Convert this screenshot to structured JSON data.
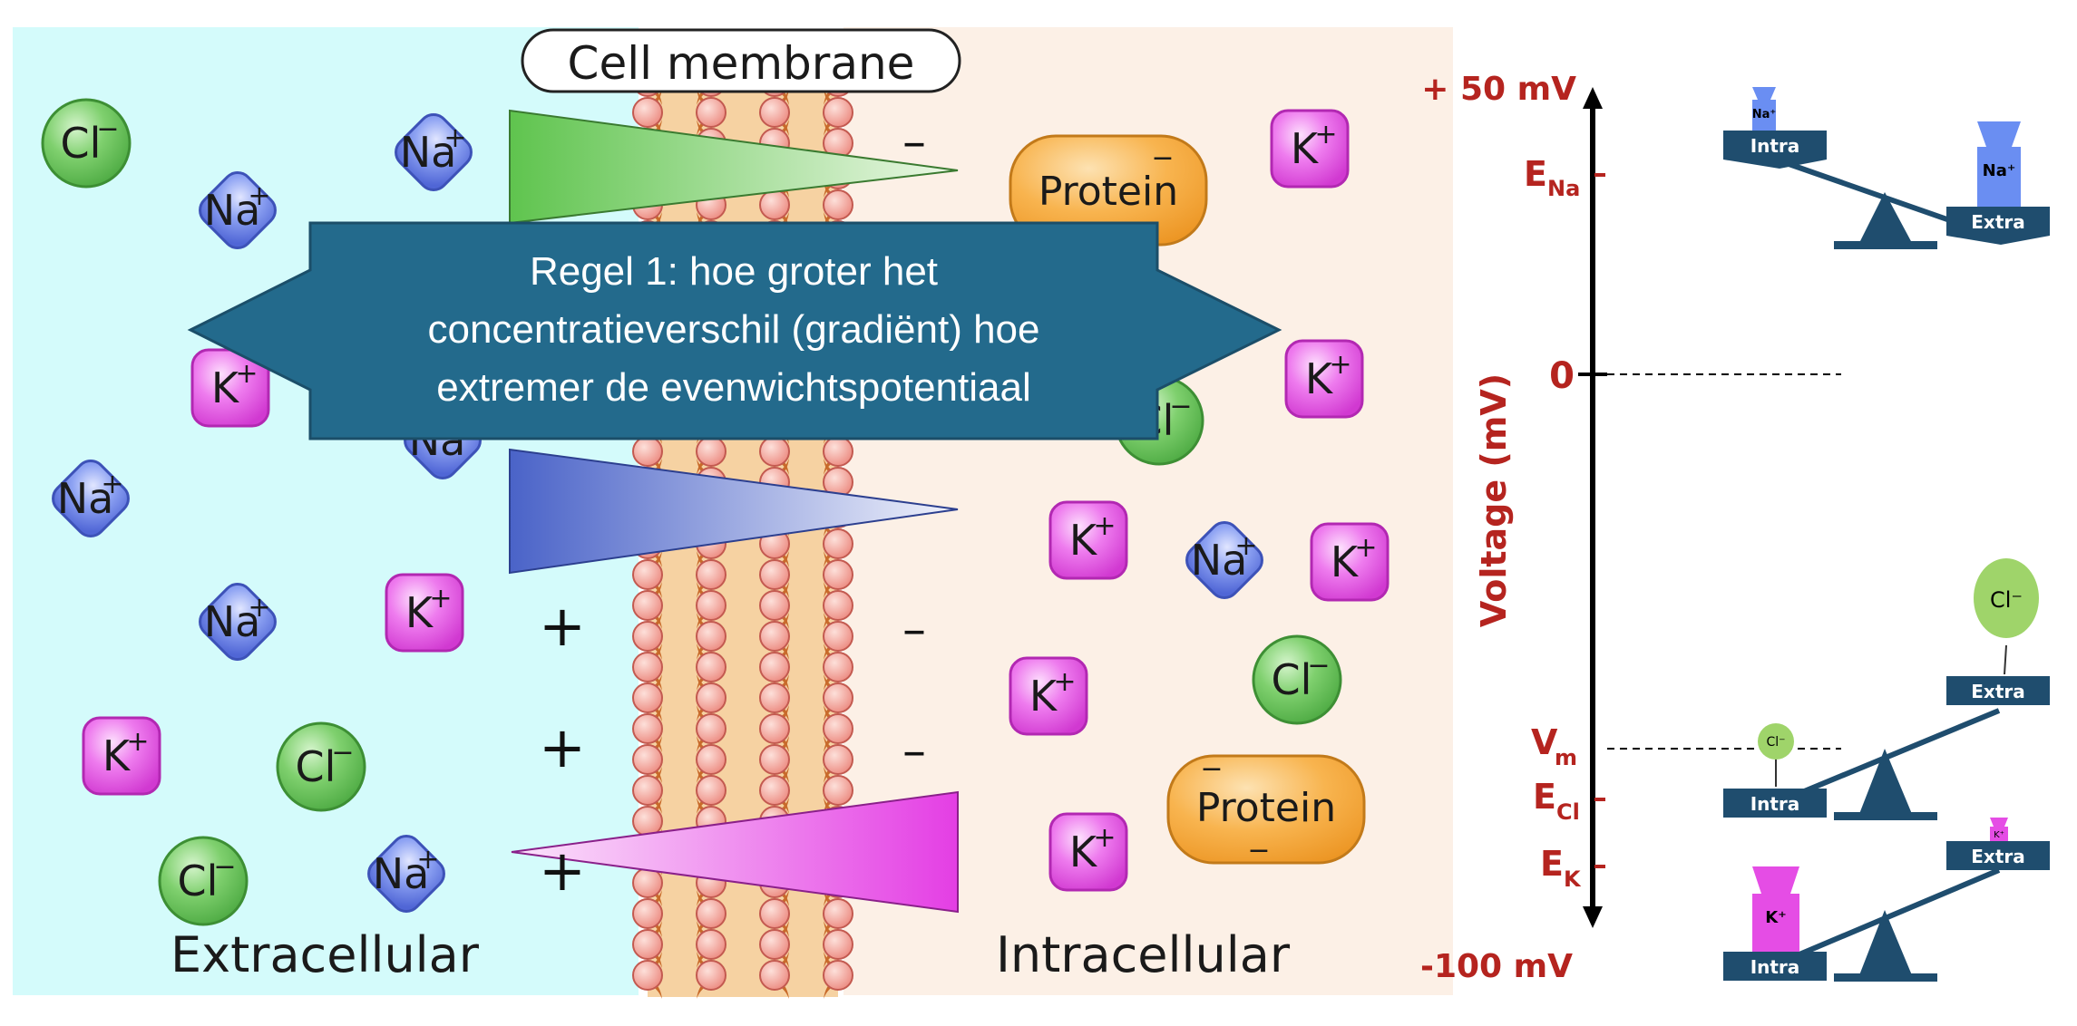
{
  "labels": {
    "membrane": "Cell membrane",
    "extracellular": "Extracellular",
    "intracellular": "Intracellular",
    "protein": "Protein"
  },
  "ions": {
    "cl": "Cl",
    "na": "Na",
    "k": "K",
    "minus": "−",
    "plus": "+"
  },
  "charges": {
    "plus": "+",
    "minus": "–"
  },
  "banner": {
    "line1": "Regel 1: hoe groter het",
    "line2": "concentratieverschil (gradiënt) hoe",
    "line3": "extremer de evenwichtspotentiaal"
  },
  "voltage": {
    "top": "+ 50 mV",
    "bottom": "-100 mV",
    "zero": "0",
    "axis_label": "Voltage (mV)",
    "e": "E",
    "na_sub": "Na",
    "cl_sub": "Cl",
    "k_sub": "K",
    "v": "V",
    "m_sub": "m"
  },
  "scales": {
    "intra": "Intra",
    "extra": "Extra",
    "na": "Na⁺",
    "k": "K⁺",
    "cl": "Cl⁻"
  },
  "colors": {
    "extracellular_bg": "#d4fbfb",
    "intracellular_bg": "#fcf0e6",
    "banner": "#236a8c",
    "chloride": "#5cbf55",
    "sodium": "#6b83e8",
    "potassium": "#e54de5",
    "protein": "#f5a73b",
    "voltage_red": "#b5241f",
    "scale_navy": "#1f4d6e"
  }
}
